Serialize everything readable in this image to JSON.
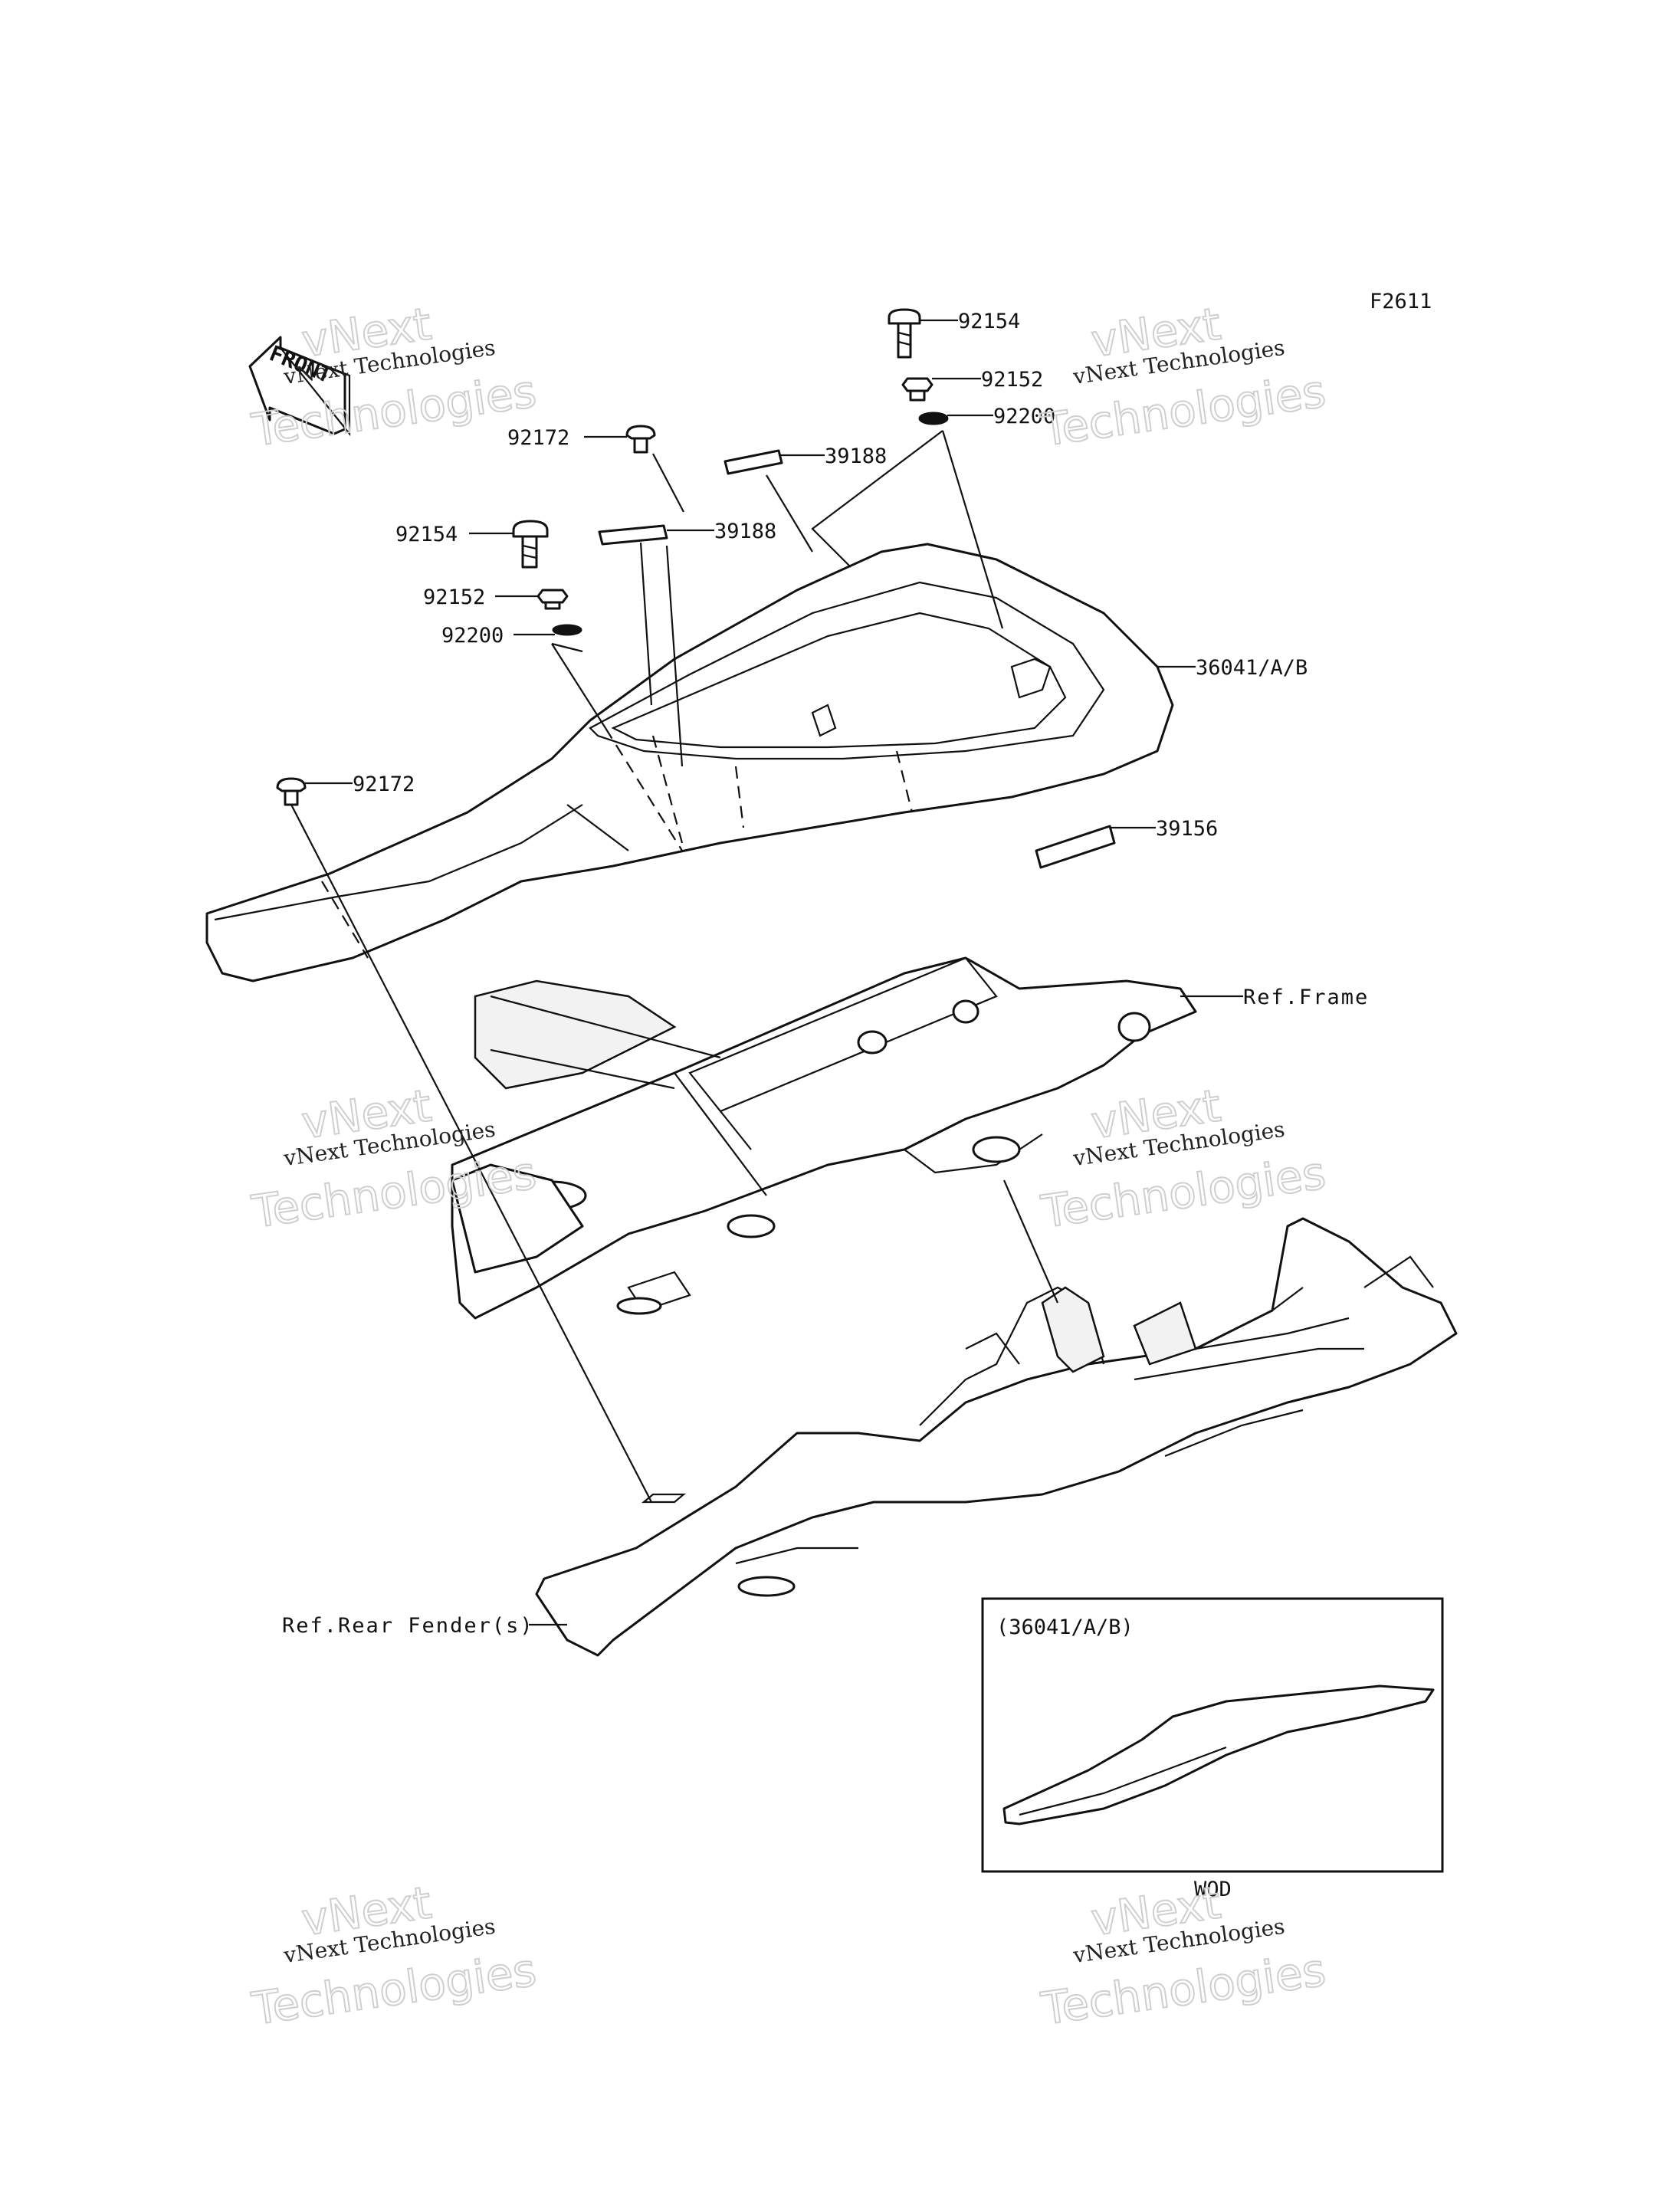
{
  "diagram": {
    "code": "F2611",
    "front_arrow": "FRONT",
    "labels": {
      "bolt_top": "92154",
      "collar_top": "92152",
      "washer_top": "92200",
      "cap_upper": "92172",
      "label_upper": "39188",
      "label_mid": "39188",
      "bolt_left": "92154",
      "collar_left": "92152",
      "washer_left": "92200",
      "cover": "36041/A/B",
      "cap_lower": "92172",
      "label_side": "39156",
      "ref_frame": "Ref.Frame",
      "ref_fender": "Ref.Rear Fender(s)"
    },
    "inset": {
      "title": "(36041/A/B)",
      "caption": "WOD"
    },
    "watermark": {
      "line1": "vNext",
      "line2": "vNext Technologies",
      "line3": "Technologies"
    }
  }
}
